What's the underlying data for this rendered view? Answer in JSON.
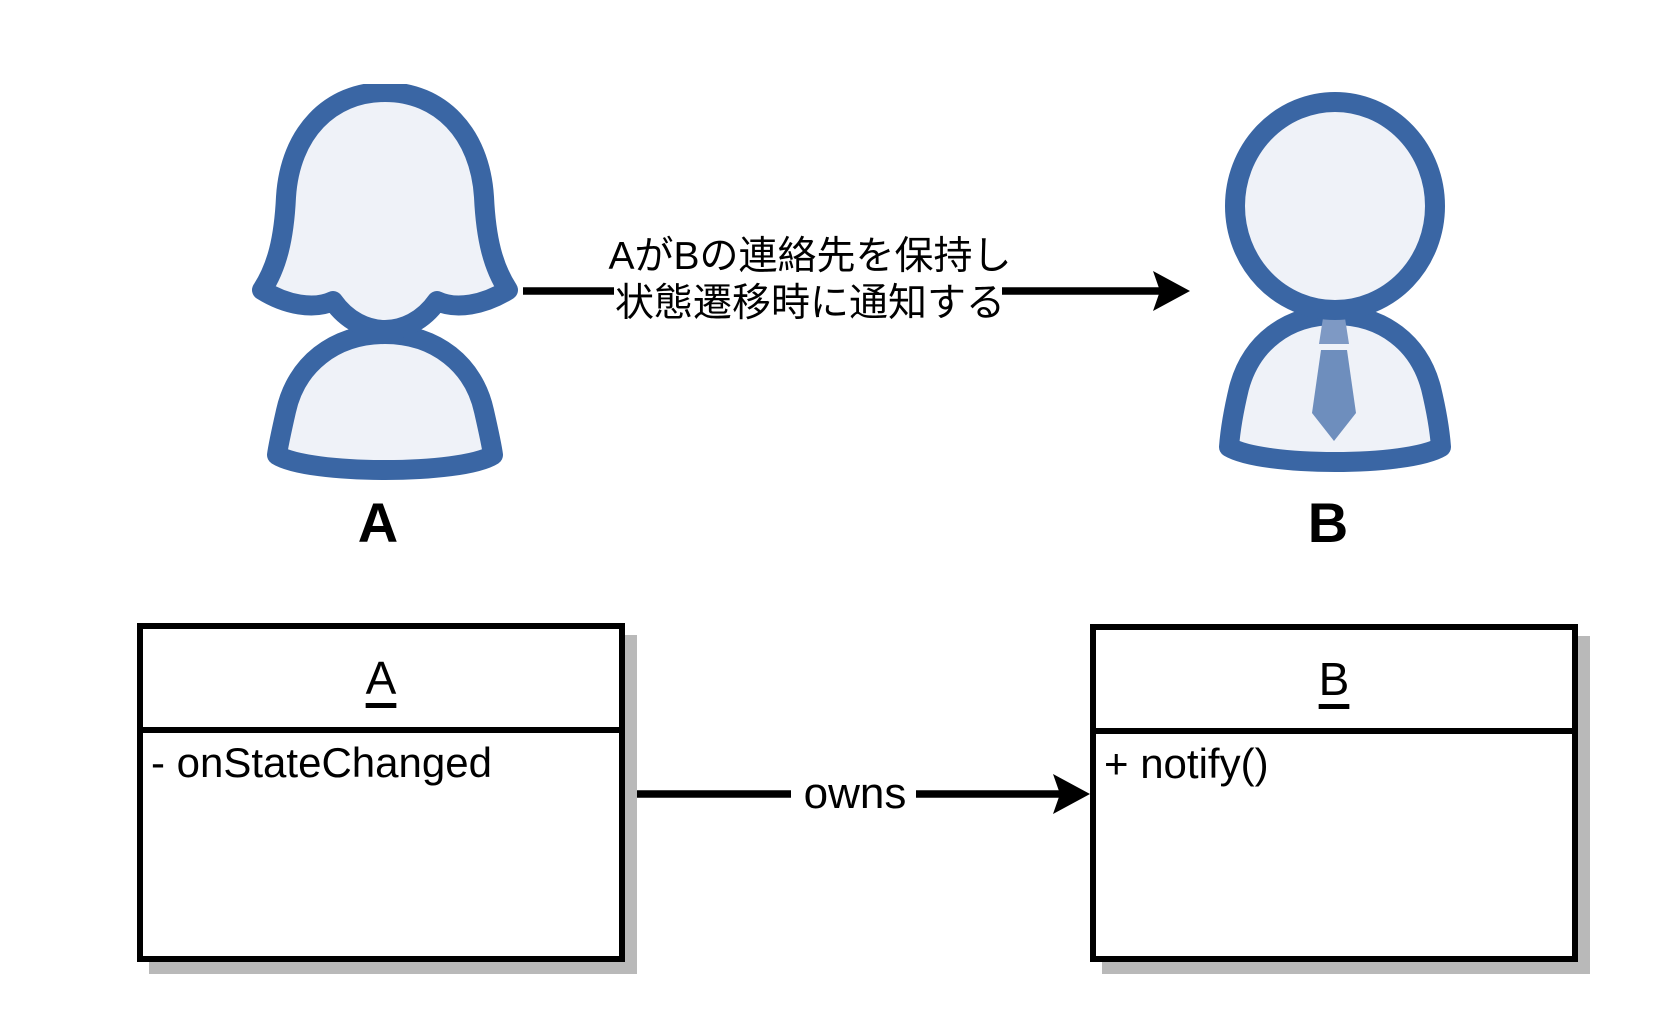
{
  "colors": {
    "background": "#ffffff",
    "icon_outline": "#3a66a4",
    "icon_fill": "#eff2f8",
    "tie": "#6e8ebd",
    "tie_knot": "#7e99c4",
    "line": "#000000",
    "shadow": "#b9b9b9",
    "box_background": "#ffffff",
    "text": "#000000"
  },
  "actors": {
    "a": {
      "label": "A",
      "icon": "female-person-icon"
    },
    "b": {
      "label": "B",
      "icon": "male-person-icon"
    }
  },
  "association": {
    "line1": "AがBの連絡先を保持し",
    "line2": "状態遷移時に通知する"
  },
  "relation": {
    "label": "owns"
  },
  "classes": {
    "a": {
      "name": "A",
      "member": "- onStateChanged"
    },
    "b": {
      "name": "B",
      "member": "+ notify()"
    }
  }
}
